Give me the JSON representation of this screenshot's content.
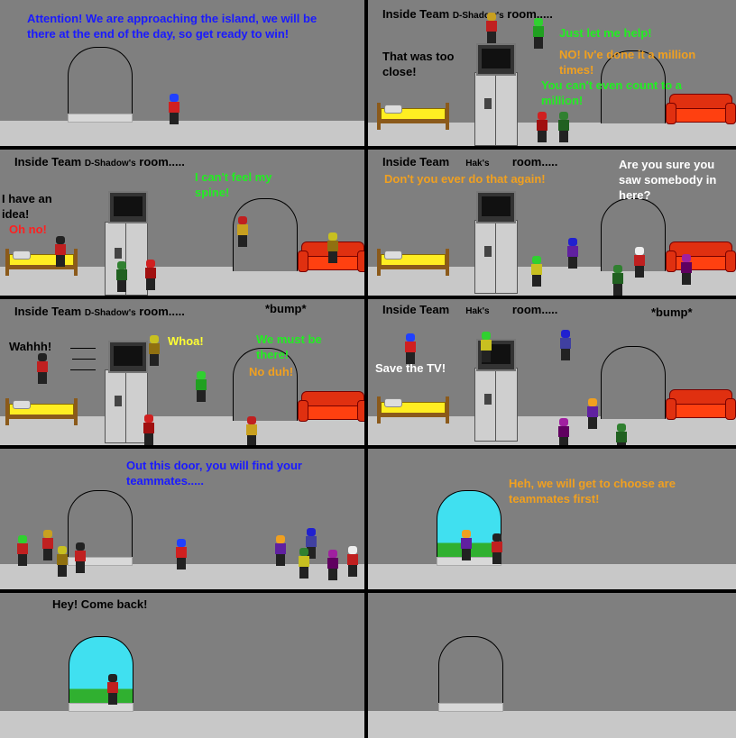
{
  "colors": {
    "wall": "#7f7f7f",
    "floor": "#c8c8c8",
    "border": "#000000",
    "sky": "#40e0f0",
    "grass": "#30b030"
  },
  "panels": [
    {
      "lines": [
        {
          "text": "Attention!  We are approaching the island, we will be there at the end of the day, so get ready to win!",
          "color": "#1a1aff"
        }
      ]
    },
    {
      "caption": {
        "pre": "Inside Team",
        "name": "D-Shadow's",
        "post": "room....."
      },
      "lines": [
        {
          "text": "That was too close!",
          "color": "#000000"
        },
        {
          "text": "Just let me help!",
          "color": "#22ee22"
        },
        {
          "text": "NO!  Iv'e done it a million times!",
          "color": "#f0a020"
        },
        {
          "text": "You can't even count to a million!",
          "color": "#22ee22"
        }
      ]
    },
    {
      "caption": {
        "pre": "Inside Team",
        "name": "D-Shadow's",
        "post": "room....."
      },
      "lines": [
        {
          "text": "I have an idea!",
          "color": "#000000"
        },
        {
          "text": "Oh no!",
          "color": "#ff2020"
        },
        {
          "text": "I can't feel my spine!",
          "color": "#22ee22"
        }
      ]
    },
    {
      "caption": {
        "pre": "Inside Team",
        "name": "Hak's",
        "post": "room....."
      },
      "lines": [
        {
          "text": "Don't you ever do that again!",
          "color": "#f0a020"
        },
        {
          "text": "Are you sure you saw somebody in here?",
          "color": "#ffffff"
        }
      ]
    },
    {
      "caption": {
        "pre": "Inside Team",
        "name": "D-Shadow's",
        "post": "room....."
      },
      "lines": [
        {
          "text": "*bump*",
          "color": "#000000"
        },
        {
          "text": "Wahhh!",
          "color": "#000000"
        },
        {
          "text": "Whoa!",
          "color": "#ffff33"
        },
        {
          "text": "We must be there!",
          "color": "#22ee22"
        },
        {
          "text": "No duh!",
          "color": "#f0a020"
        }
      ]
    },
    {
      "caption": {
        "pre": "Inside Team",
        "name": "Hak's",
        "post": "room....."
      },
      "lines": [
        {
          "text": "*bump*",
          "color": "#000000"
        },
        {
          "text": "Save the TV!",
          "color": "#ffffff"
        }
      ]
    },
    {
      "lines": [
        {
          "text": "Out this door, you will find your teammates.....",
          "color": "#1a1aff"
        }
      ]
    },
    {
      "lines": [
        {
          "text": "Heh, we will get to choose are teammates first!",
          "color": "#f0a020"
        }
      ]
    },
    {
      "lines": [
        {
          "text": "Hey!  Come back!",
          "color": "#000000"
        }
      ]
    },
    {
      "lines": []
    }
  ]
}
